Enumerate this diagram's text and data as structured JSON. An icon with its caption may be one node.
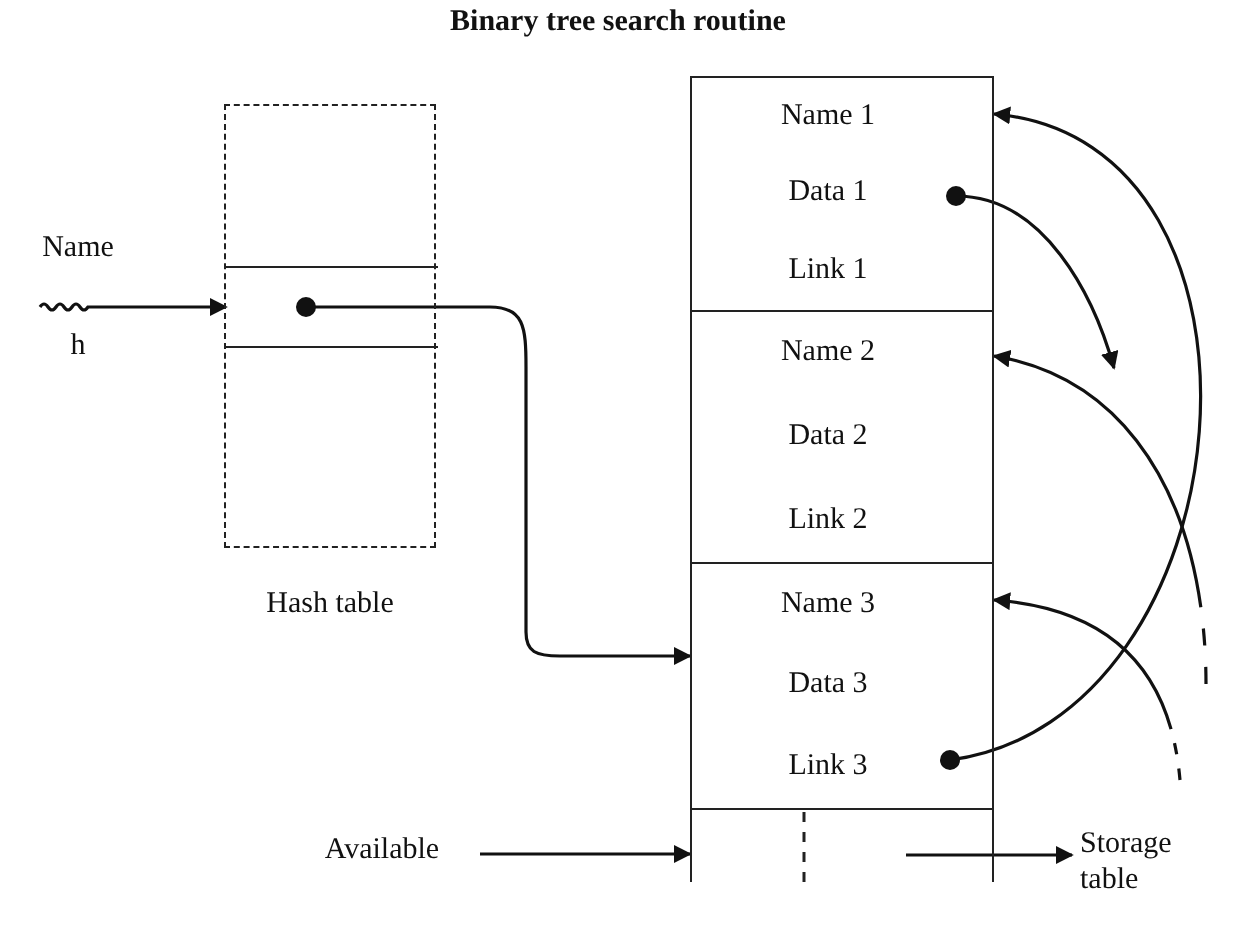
{
  "diagram": {
    "title": "Binary tree search routine",
    "nodes": [
      {
        "text": [
          "Name",
          "h"
        ]
      },
      {
        "text": [],
        "shape": "box",
        "beside": [
          "Hash table"
        ]
      },
      {
        "text": [],
        "shape": "box",
        "in": 1
      },
      {
        "text": [
          "Name 1",
          "Data 1",
          "Link 1"
        ]
      },
      {
        "text": [
          "Name 2",
          "Data 2",
          "Link 2"
        ]
      },
      {
        "text": [
          "Name 3",
          "Data 3",
          "Link 3"
        ]
      },
      {
        "text": [
          "Available"
        ]
      },
      {
        "text": [],
        "shape": "box"
      },
      {
        "text": [
          "Storage table"
        ]
      }
    ],
    "edges": [
      {
        "from": 0,
        "to": 2,
        "arrow": "to"
      },
      {
        "from": 2,
        "to": 5,
        "arrow": "to"
      },
      {
        "from": 3,
        "to": null,
        "arrow": "to"
      },
      {
        "from": 5,
        "to": 3,
        "arrow": "to"
      },
      {
        "from": null,
        "to": 4,
        "arrow": "to",
        "style": "dashed"
      },
      {
        "from": null,
        "to": 5,
        "arrow": "to",
        "style": "dashed"
      },
      {
        "from": 6,
        "to": 7,
        "arrow": "to"
      },
      {
        "from": 7,
        "to": 8,
        "arrow": "to"
      }
    ]
  }
}
